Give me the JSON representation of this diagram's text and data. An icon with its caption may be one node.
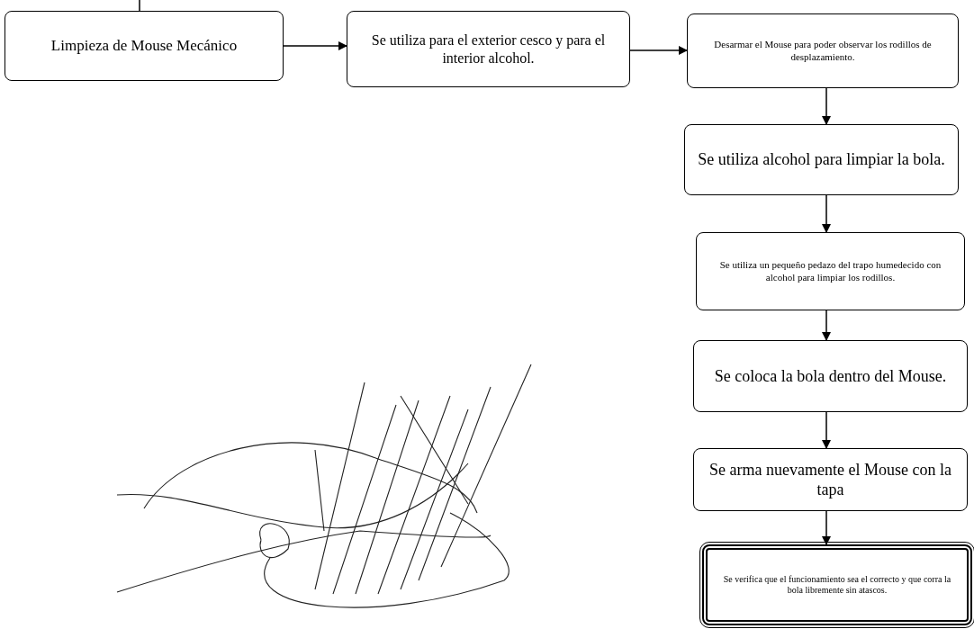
{
  "diagram": {
    "nodes": [
      {
        "text": [
          "Limpieza de Mouse Mecánico"
        ]
      },
      {
        "text": [
          "Se utiliza para el exterior cesco y para el interior alcohol."
        ]
      },
      {
        "text": [
          "Desarmar el Mouse para poder observar los rodillos de desplazamiento."
        ]
      },
      {
        "text": [
          "Se utiliza alcohol para limpiar la bola."
        ]
      },
      {
        "text": [
          "Se utiliza un pequeño pedazo del trapo humedecido con alcohol para limpiar los rodillos."
        ]
      },
      {
        "text": [
          "Se coloca la bola dentro del Mouse."
        ]
      },
      {
        "text": [
          "Se arma nuevamente el Mouse con la tapa"
        ]
      },
      {
        "text": [
          "Se verifica que el funcionamiento sea el correcto y que corra la bola libremente sin atascos."
        ]
      }
    ],
    "edges": [
      {
        "from": null,
        "to": 0,
        "arrow": "none"
      },
      {
        "from": 0,
        "to": 1,
        "arrow": "to"
      },
      {
        "from": 1,
        "to": 2,
        "arrow": "to"
      },
      {
        "from": 2,
        "to": 3,
        "arrow": "to"
      },
      {
        "from": 3,
        "to": 4,
        "arrow": "to"
      },
      {
        "from": 4,
        "to": 5,
        "arrow": "to"
      },
      {
        "from": 5,
        "to": 6,
        "arrow": "to"
      },
      {
        "from": 6,
        "to": 7,
        "arrow": "to"
      }
    ]
  }
}
